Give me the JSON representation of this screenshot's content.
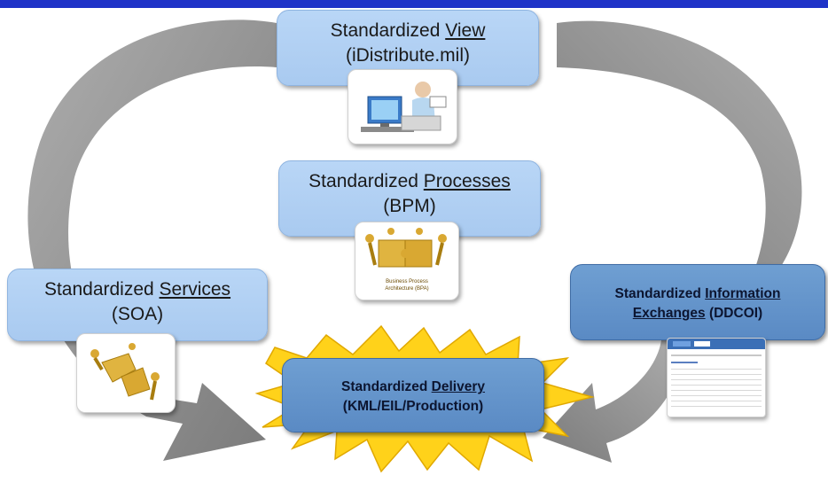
{
  "view": {
    "prefix": "Standardized ",
    "emph": "View",
    "sub": "(iDistribute.mil)"
  },
  "processes": {
    "prefix": "Standardized ",
    "emph": "Processes",
    "sub": "(BPM)"
  },
  "services": {
    "prefix": "Standardized ",
    "emph": "Services",
    "sub": "(SOA)"
  },
  "information": {
    "prefix": "Standardized ",
    "emph": "Information",
    "emph2": "Exchanges",
    "suffix": " (DDCOI)"
  },
  "delivery": {
    "prefix": "Standardized ",
    "emph": "Delivery",
    "sub": "(KML/EIL/Production)"
  },
  "bpa_caption": {
    "line1": "Business Process",
    "line2": "Architecture (BPA)"
  },
  "colors": {
    "top_bar": "#1f33c8",
    "light_box": "#b4d2f4",
    "dark_box": "#6594cc",
    "arrow": "#8c8c8c",
    "burst": "#ffd21a"
  }
}
